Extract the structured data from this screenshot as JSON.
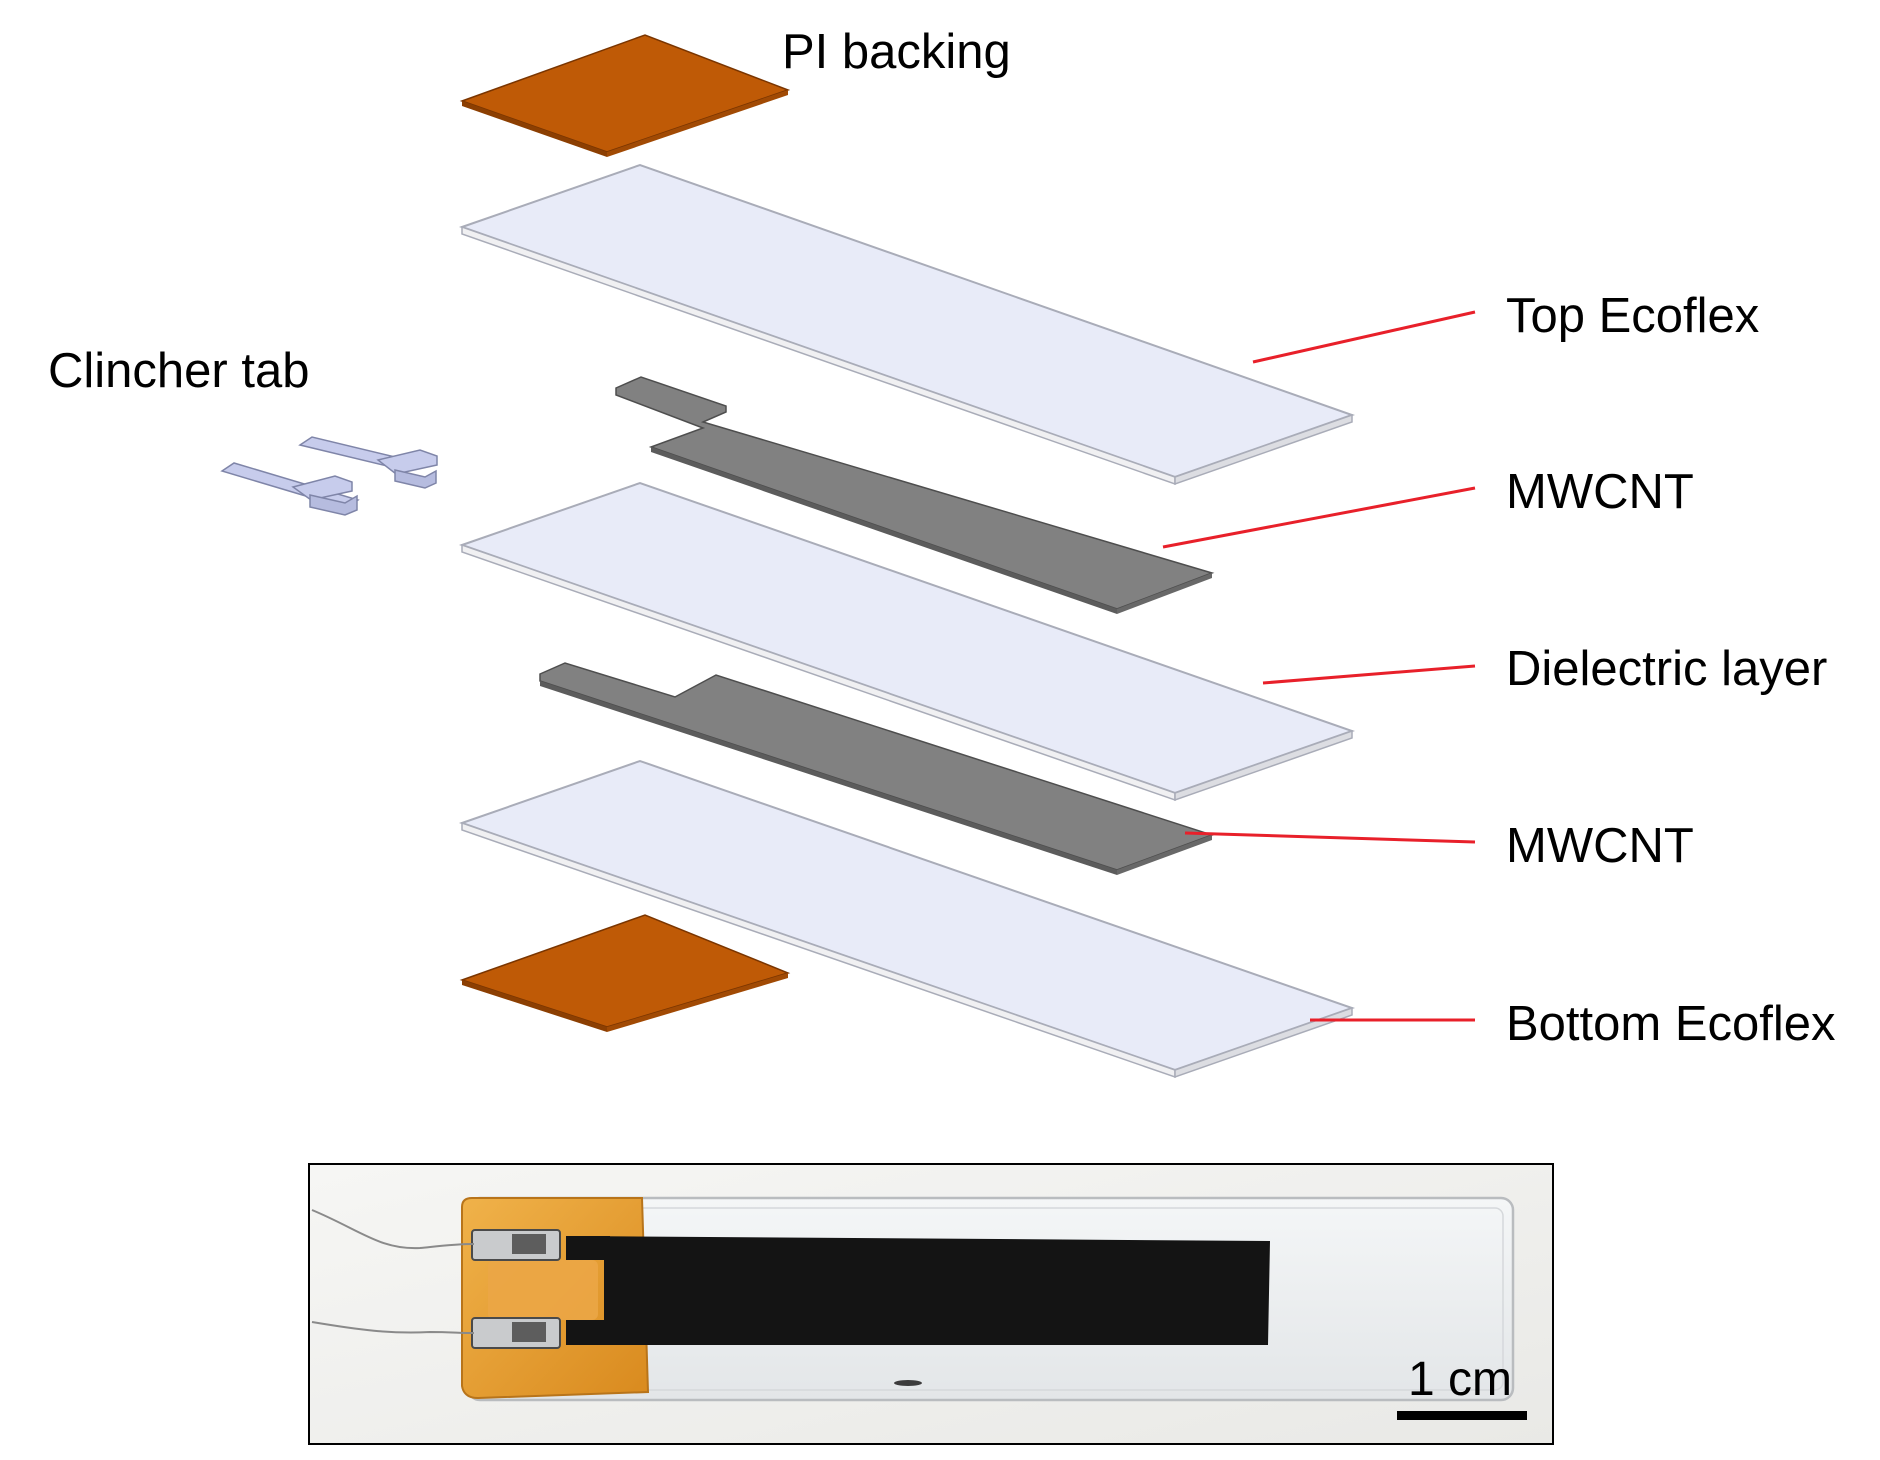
{
  "labels": {
    "pi_backing": "PI backing",
    "top_ecoflex": "Top Ecoflex",
    "clincher_tab": "Clincher tab",
    "mwcnt_top": "MWCNT",
    "dielectric_layer": "Dielectric layer",
    "mwcnt_bottom": "MWCNT",
    "bottom_ecoflex": "Bottom Ecoflex"
  },
  "photo": {
    "scale_bar_label": "1 cm"
  },
  "colors": {
    "pi_backing": "#bf5a06",
    "ecoflex_fill": "#e8ebf8",
    "ecoflex_edge": "#a9acb8",
    "mwcnt_fill": "#818181",
    "leader_line": "#e8202a",
    "clincher_tab": "#c7ccec",
    "photo_background": "#f2f2f0",
    "electrode_black": "#141414",
    "kapton": "#e8a43a"
  }
}
